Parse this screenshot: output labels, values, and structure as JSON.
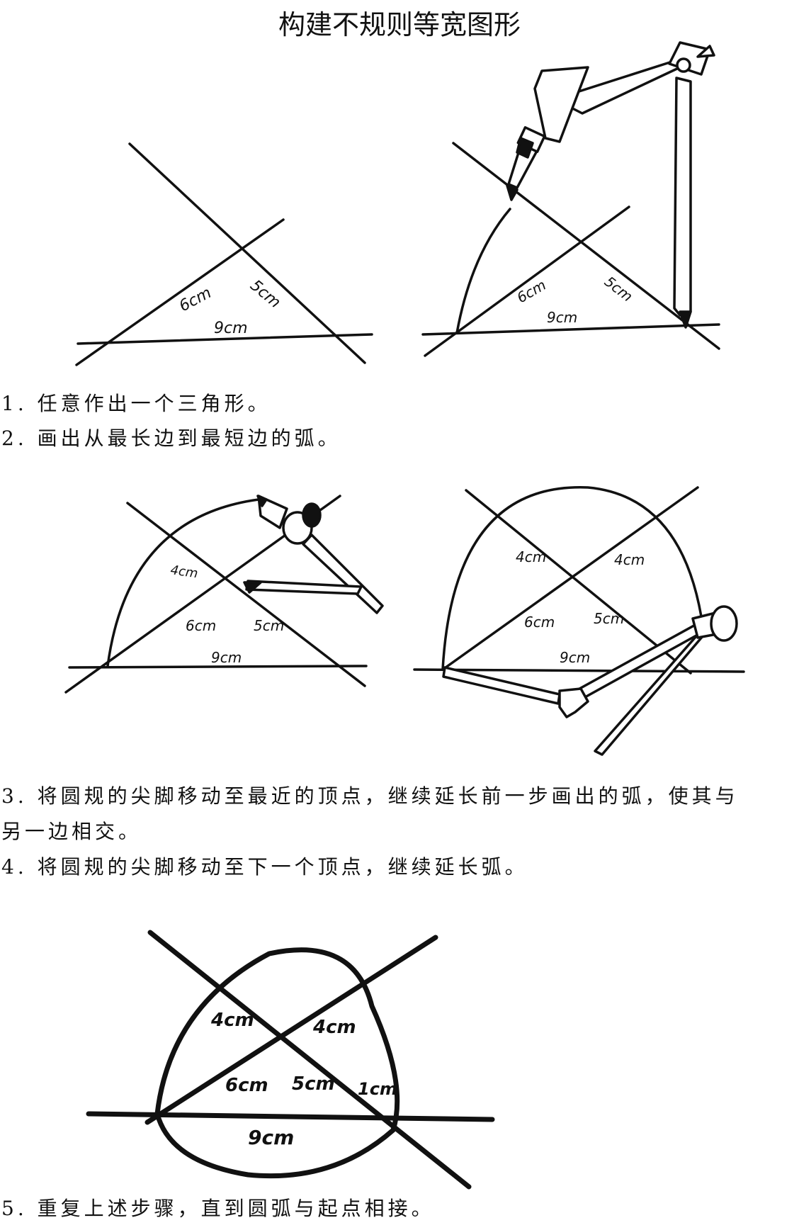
{
  "page": {
    "title": "构建不规则等宽图形"
  },
  "figures": {
    "fig1": {
      "a": "6cm",
      "b": "5cm",
      "c": "9cm"
    },
    "fig2": {
      "a": "6cm",
      "b": "5cm",
      "c": "9cm"
    },
    "fig3": {
      "a": "6cm",
      "b": "5cm",
      "c": "9cm",
      "d": "4cm"
    },
    "fig4": {
      "a": "6cm",
      "b": "5cm",
      "c": "9cm",
      "d": "4cm",
      "e": "4cm"
    },
    "fig5": {
      "a": "6cm",
      "b": "5cm",
      "c": "9cm",
      "d": "4cm",
      "e": "4cm",
      "f": "1cm"
    }
  },
  "steps": {
    "s1": "1. 任意作出一个三角形。",
    "s2": "2. 画出从最长边到最短边的弧。",
    "s3a": "3. 将圆规的尖脚移动至最近的顶点，继续延长前一步画出的弧，使其与",
    "s3b": "另一边相交。",
    "s4": "4. 将圆规的尖脚移动至下一个顶点，继续延长弧。",
    "s5": "5. 重复上述步骤，直到圆弧与起点相接。"
  }
}
